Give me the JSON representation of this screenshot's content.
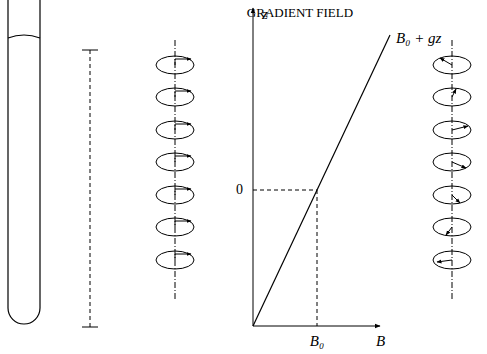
{
  "diagram": {
    "title": "GRADIENT FIELD",
    "labels": [
      "z",
      "B₀ + gz",
      "0",
      "B₀",
      "B"
    ]
  }
}
